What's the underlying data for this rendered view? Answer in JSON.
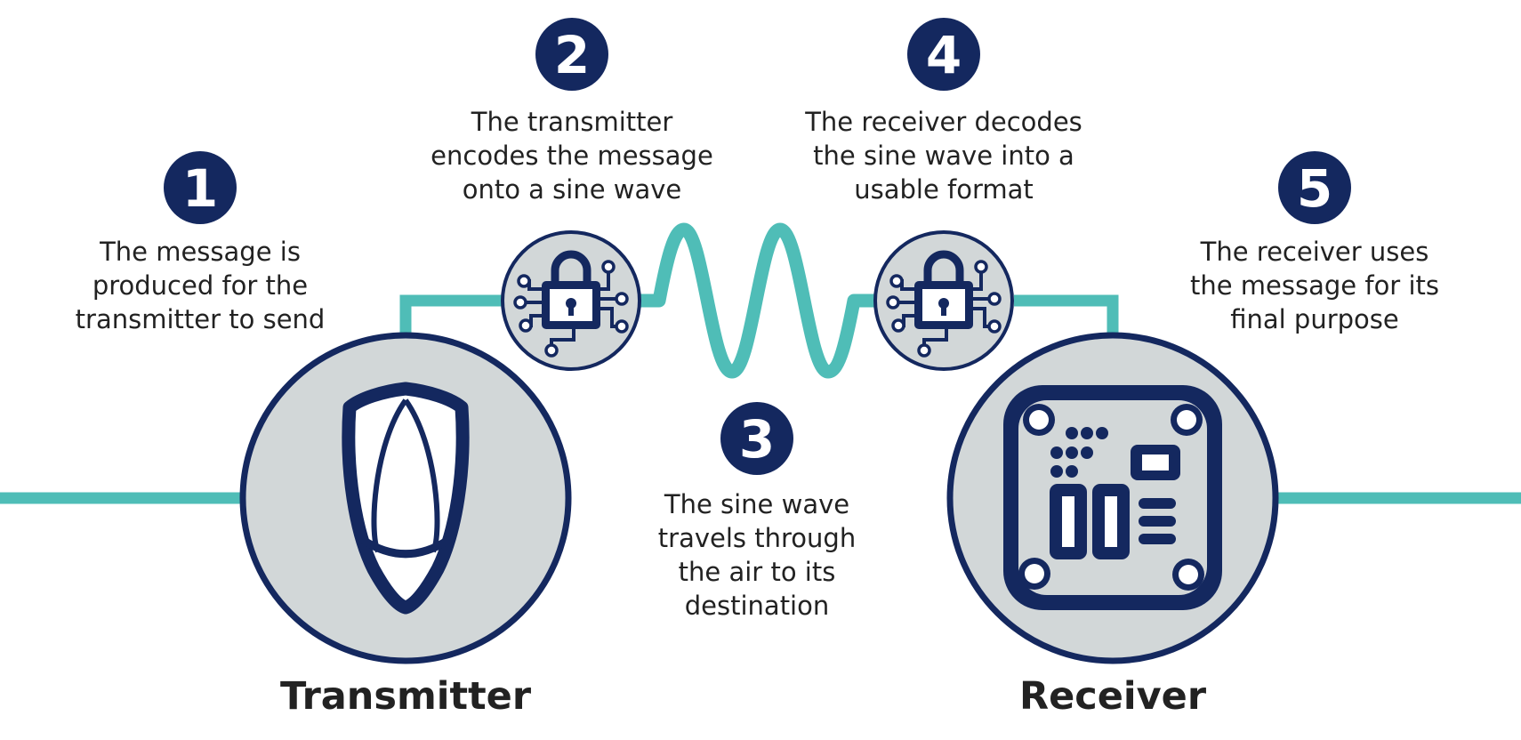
{
  "colors": {
    "navy": "#14285f",
    "teal": "#4fbdb7",
    "circle_fill": "#d2d7d8",
    "text": "#222222"
  },
  "steps": [
    {
      "number": "1",
      "lines": [
        "The message is",
        "produced for the",
        "transmitter to send"
      ]
    },
    {
      "number": "2",
      "lines": [
        "The transmitter",
        "encodes the message",
        "onto a sine wave"
      ]
    },
    {
      "number": "3",
      "lines": [
        "The sine wave",
        "travels through",
        "the air to its",
        "destination"
      ]
    },
    {
      "number": "4",
      "lines": [
        "The receiver decodes",
        "the sine wave into a",
        "usable format"
      ]
    },
    {
      "number": "5",
      "lines": [
        "The receiver uses",
        "the message for its",
        "final purpose"
      ]
    }
  ],
  "devices": {
    "transmitter": {
      "label": "Transmitter",
      "icon": "key-fob-icon"
    },
    "receiver": {
      "label": "Receiver",
      "icon": "circuit-board-icon"
    }
  },
  "encoder_icon": "lock-circuit-icon",
  "decoder_icon": "lock-circuit-icon"
}
